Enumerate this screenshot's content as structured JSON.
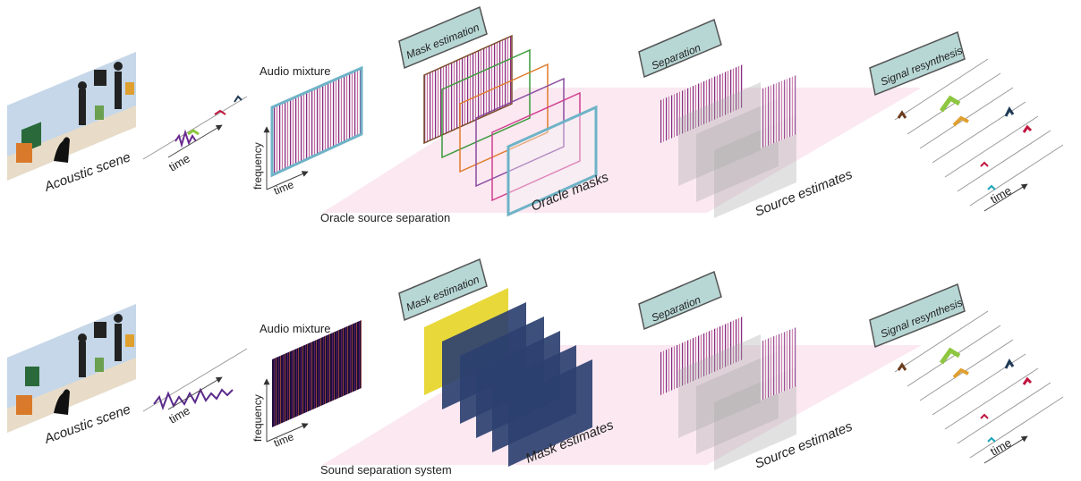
{
  "rows": [
    {
      "scene_label": "Acoustic scene",
      "waveform_axis": "time",
      "mixture_title": "Audio mixture",
      "mixture_ylabel": "frequency",
      "mixture_xlabel": "time",
      "mask_stage": "Mask estimation",
      "masks_label": "Oracle masks",
      "sep_stage": "Separation",
      "estimates_label": "Source estimates",
      "resyn_stage": "Signal resynthesis",
      "resyn_axis": "time",
      "system_label": "Oracle source separation"
    },
    {
      "scene_label": "Acoustic scene",
      "waveform_axis": "time",
      "mixture_title": "Audio mixture",
      "mixture_ylabel": "frequency",
      "mixture_xlabel": "time",
      "mask_stage": "Mask estimation",
      "masks_label": "Mask estimates",
      "sep_stage": "Separation",
      "estimates_label": "Source estimates",
      "resyn_stage": "Signal resynthesis",
      "resyn_axis": "time",
      "system_label": "Sound separation system"
    }
  ],
  "colors": {
    "plane": "#fbe3ee",
    "stage_box": "#b7d7d5",
    "scene_wall": "#c5d7e8",
    "mixture_border": "#6fb3c7",
    "source_colors": [
      "#6b3d1e",
      "#8dc63f",
      "#e0a030",
      "#1f3b57",
      "#c0163e",
      "#1aa3b8"
    ],
    "oracle_mask_borders": [
      "#7b4a2a",
      "#3a9a3a",
      "#e07a2a",
      "#8a4aa0",
      "#d04090",
      "#6fb3c7"
    ],
    "estimate_mask_fill": "#2c4070",
    "estimate_mask_highlight": "#e8d83a",
    "magma": [
      "#120a2a",
      "#4a0f6a",
      "#9a1f6a",
      "#e0503a",
      "#f7b23a"
    ]
  }
}
